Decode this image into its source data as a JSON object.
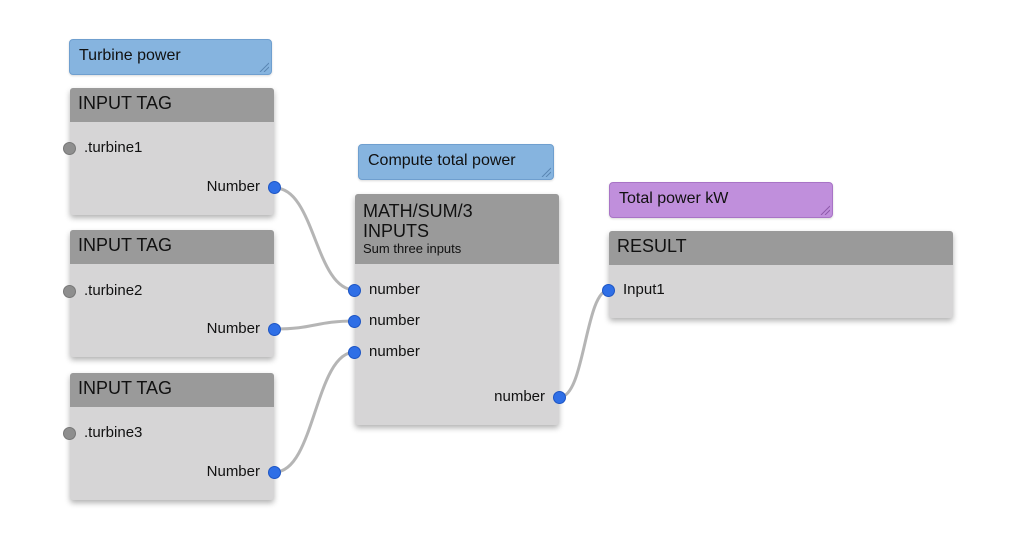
{
  "comments": {
    "turbine_power": "Turbine power",
    "compute_total": "Compute total power",
    "total_kw": "Total power kW"
  },
  "nodes": {
    "input1": {
      "title": "INPUT TAG",
      "tag": ".turbine1",
      "output": "Number"
    },
    "input2": {
      "title": "INPUT TAG",
      "tag": ".turbine2",
      "output": "Number"
    },
    "input3": {
      "title": "INPUT TAG",
      "tag": ".turbine3",
      "output": "Number"
    },
    "sum": {
      "title": "MATH/SUM/3 INPUTS",
      "subtitle": "Sum three inputs",
      "inputs": [
        "number",
        "number",
        "number"
      ],
      "output": "number"
    },
    "result": {
      "title": "RESULT",
      "input": "Input1"
    }
  },
  "colors": {
    "comment_blue": "#86b4df",
    "comment_purple": "#c08fdc",
    "node_body": "#d6d5d6",
    "node_header": "#9a9a9a",
    "port_connected": "#2f6fe6",
    "port_unconnected": "#8e8e8e",
    "link": "#b5b5b5"
  }
}
